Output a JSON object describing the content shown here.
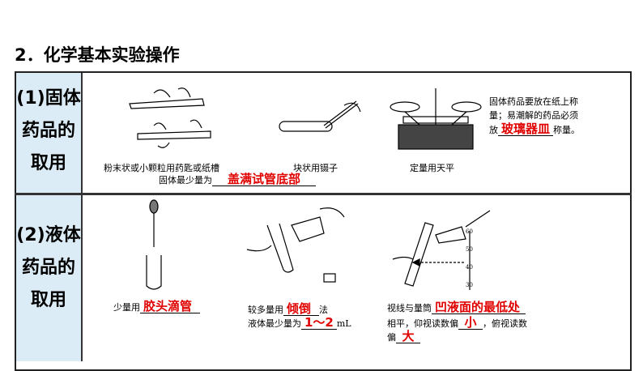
{
  "title": "2．化学基本实验操作",
  "rows": [
    {
      "header": "(1)固体药品的取用",
      "captions": {
        "powder": "粉末状或小颗粒用药匙或纸槽",
        "block": "块状用镊子",
        "min_prefix": "固体最少量为",
        "min_answer": "盖满试管底部",
        "balance": "定量用天平",
        "note": "固体药品要放在纸上称量；易潮解的药品必须放",
        "note_answer": "玻璃器皿",
        "note_suffix": "称量。"
      }
    },
    {
      "header": "(2)液体药品的取用",
      "captions": {
        "small_prefix": "少量用",
        "small_answer": "胶头滴管",
        "large_prefix": "较多量用",
        "large_answer": "倾倒",
        "large_suffix": "法",
        "min_prefix": "液体最少量为",
        "min_answer": "1～2",
        "min_suffix": "mL",
        "sight_prefix": "视线与量筒",
        "sight_answer": "凹液面的最低处",
        "level": "相平，仰视读数偏",
        "up_answer": "小",
        "down": "，俯视读数",
        "down2": "偏",
        "down_answer": "大",
        "scale": [
          "60",
          "50",
          "40",
          "30"
        ]
      }
    }
  ]
}
